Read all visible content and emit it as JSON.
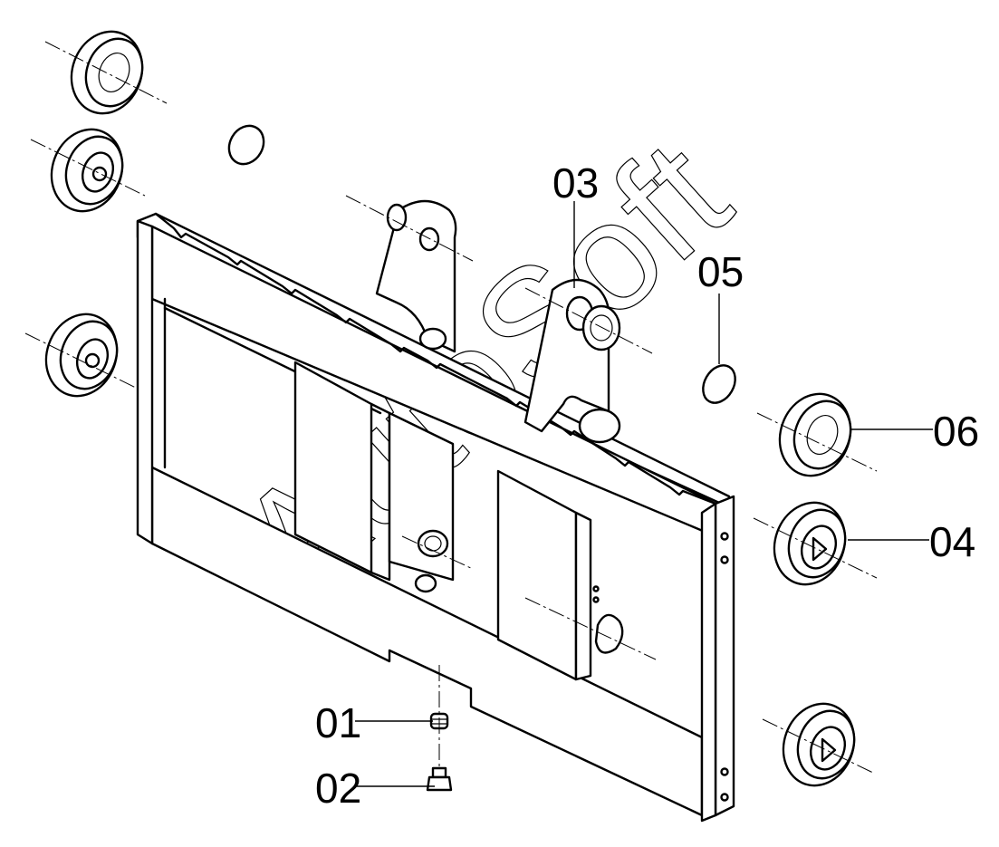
{
  "watermark": "AutoSoft",
  "callouts": [
    {
      "id": "01",
      "label": "01"
    },
    {
      "id": "02",
      "label": "02"
    },
    {
      "id": "03",
      "label": "03"
    },
    {
      "id": "04",
      "label": "04"
    },
    {
      "id": "05",
      "label": "05"
    },
    {
      "id": "06",
      "label": "06"
    }
  ]
}
